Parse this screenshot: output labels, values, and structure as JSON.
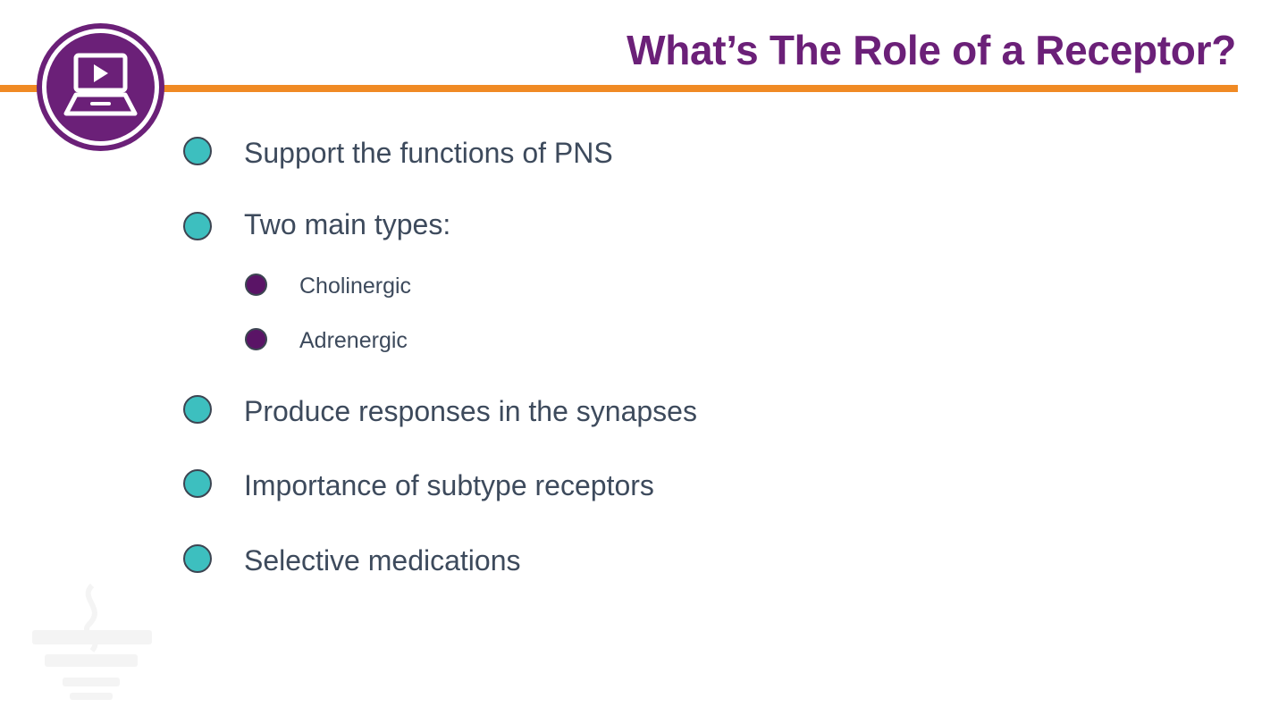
{
  "slide": {
    "title": "What’s The Role of a Receptor?",
    "colors": {
      "title": "#6b2078",
      "accent_rule": "#f08a24",
      "badge": "#6b2078",
      "bullet_primary": "#3dbfbf",
      "bullet_secondary": "#5a1466",
      "body_text": "#3d4a5c"
    },
    "badge_icon": "laptop-play-icon",
    "bullets": [
      {
        "label": "Support the functions of PNS"
      },
      {
        "label": "Two main types:",
        "children": [
          {
            "label": "Cholinergic"
          },
          {
            "label": "Adrenergic"
          }
        ]
      },
      {
        "label": "Produce responses in the synapses"
      },
      {
        "label": "Importance of subtype receptors"
      },
      {
        "label": "Selective medications"
      }
    ]
  }
}
